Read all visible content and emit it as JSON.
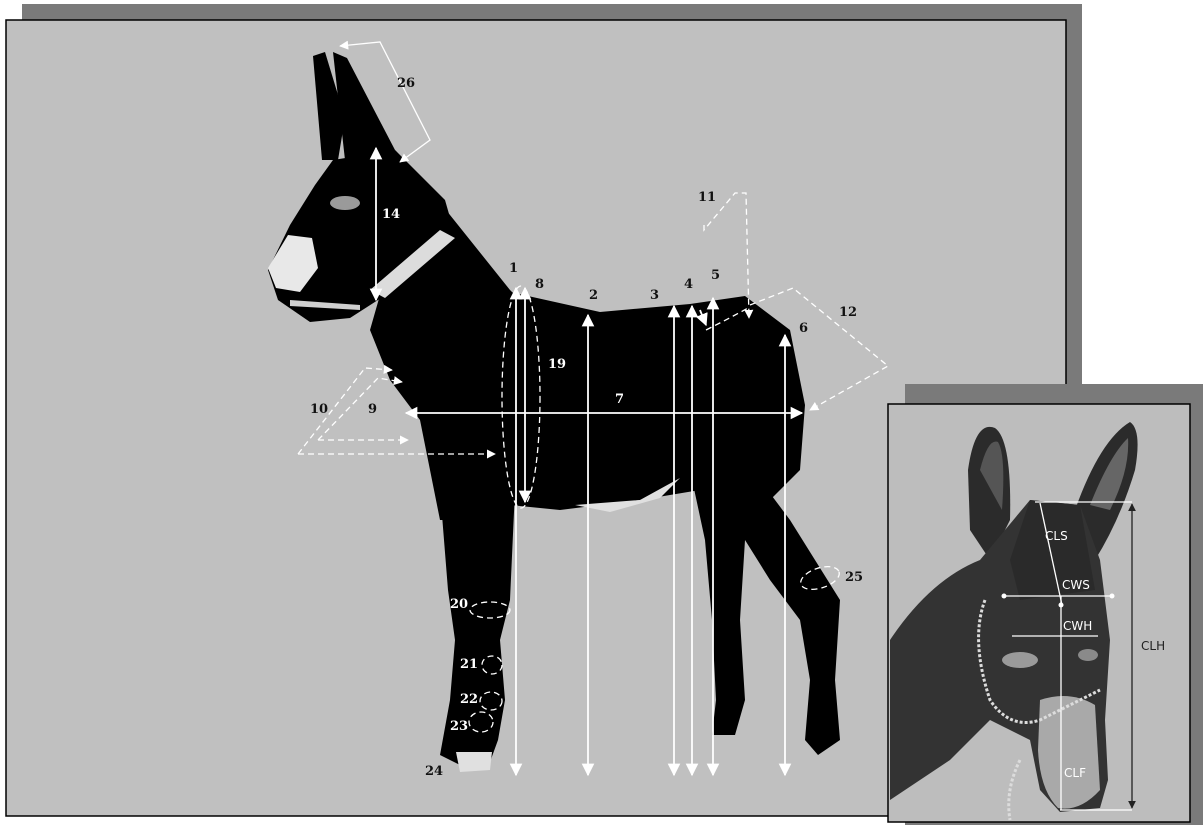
{
  "main_figure": {
    "labels": {
      "n1": "1",
      "n2": "2",
      "n3": "3",
      "n4": "4",
      "n5": "5",
      "n6": "6",
      "n7": "7",
      "n8": "8",
      "n9": "9",
      "n10": "10",
      "n11": "11",
      "n12": "12",
      "n14": "14",
      "n19": "19",
      "n20": "20",
      "n21": "21",
      "n22": "22",
      "n23": "23",
      "n24": "24",
      "n25": "25",
      "n26": "26"
    }
  },
  "inset_figure": {
    "labels": {
      "cls": "CLS",
      "cws": "CWS",
      "cwh": "CWH",
      "clf": "CLF",
      "clh": "CLH"
    }
  },
  "colors": {
    "panel_bg": "#c0c0c0",
    "panel_shadow": "#7a7a7a",
    "silhouette": "#000000",
    "annotation": "#ffffff",
    "inset_bg": "#bdbdbd"
  }
}
